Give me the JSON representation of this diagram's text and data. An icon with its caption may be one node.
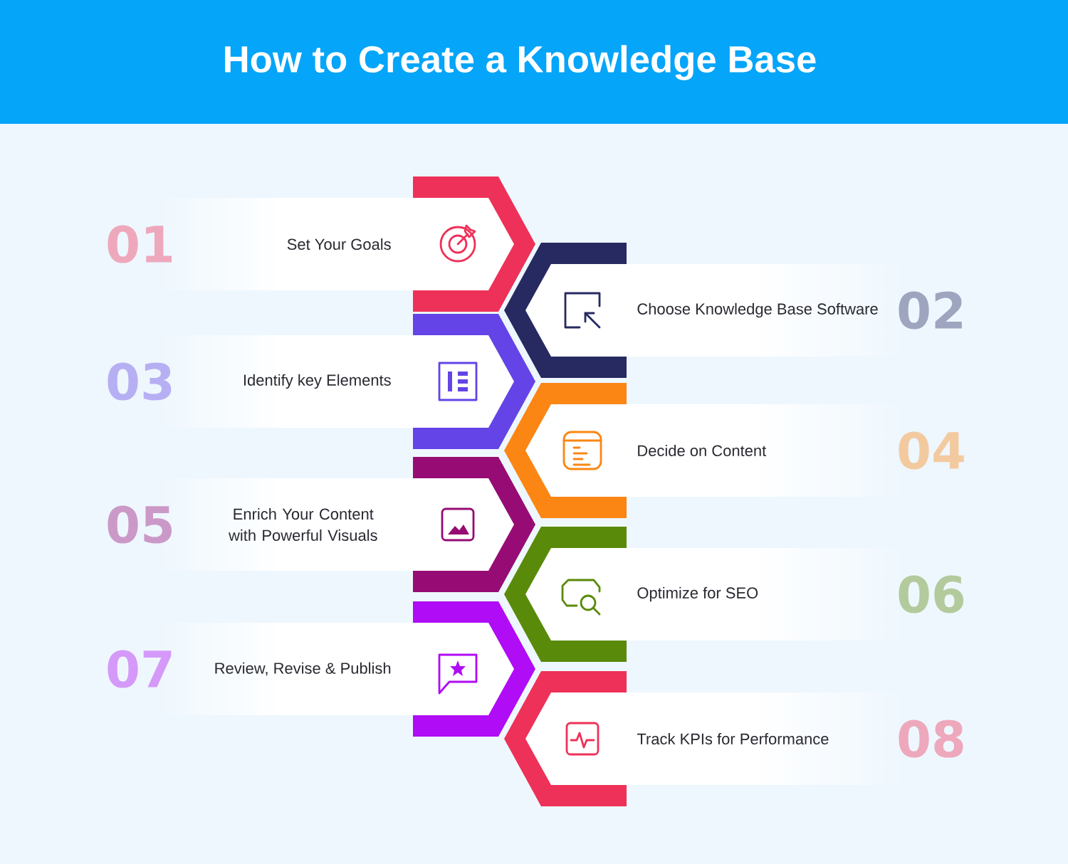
{
  "diagram": {
    "title": "How to Create a Knowledge Base",
    "nodes": [
      {
        "text": [
          "Set Your Goals"
        ],
        "beside": [
          "01"
        ]
      },
      {
        "text": [
          "Choose Knowledge Base Software"
        ],
        "beside": [
          "02"
        ]
      },
      {
        "text": [
          "Identify key Elements"
        ],
        "beside": [
          "03"
        ]
      },
      {
        "text": [
          "Decide on Content"
        ],
        "beside": [
          "04"
        ]
      },
      {
        "text": [
          "Enrich Your Content with Powerful Visuals"
        ],
        "beside": [
          "05"
        ]
      },
      {
        "text": [
          "Optimize for SEO"
        ],
        "beside": [
          "06"
        ]
      },
      {
        "text": [
          "Review, Revise & Publish"
        ],
        "beside": [
          "07"
        ]
      },
      {
        "text": [
          "Track KPIs for Performance"
        ],
        "beside": [
          "08"
        ]
      }
    ]
  }
}
